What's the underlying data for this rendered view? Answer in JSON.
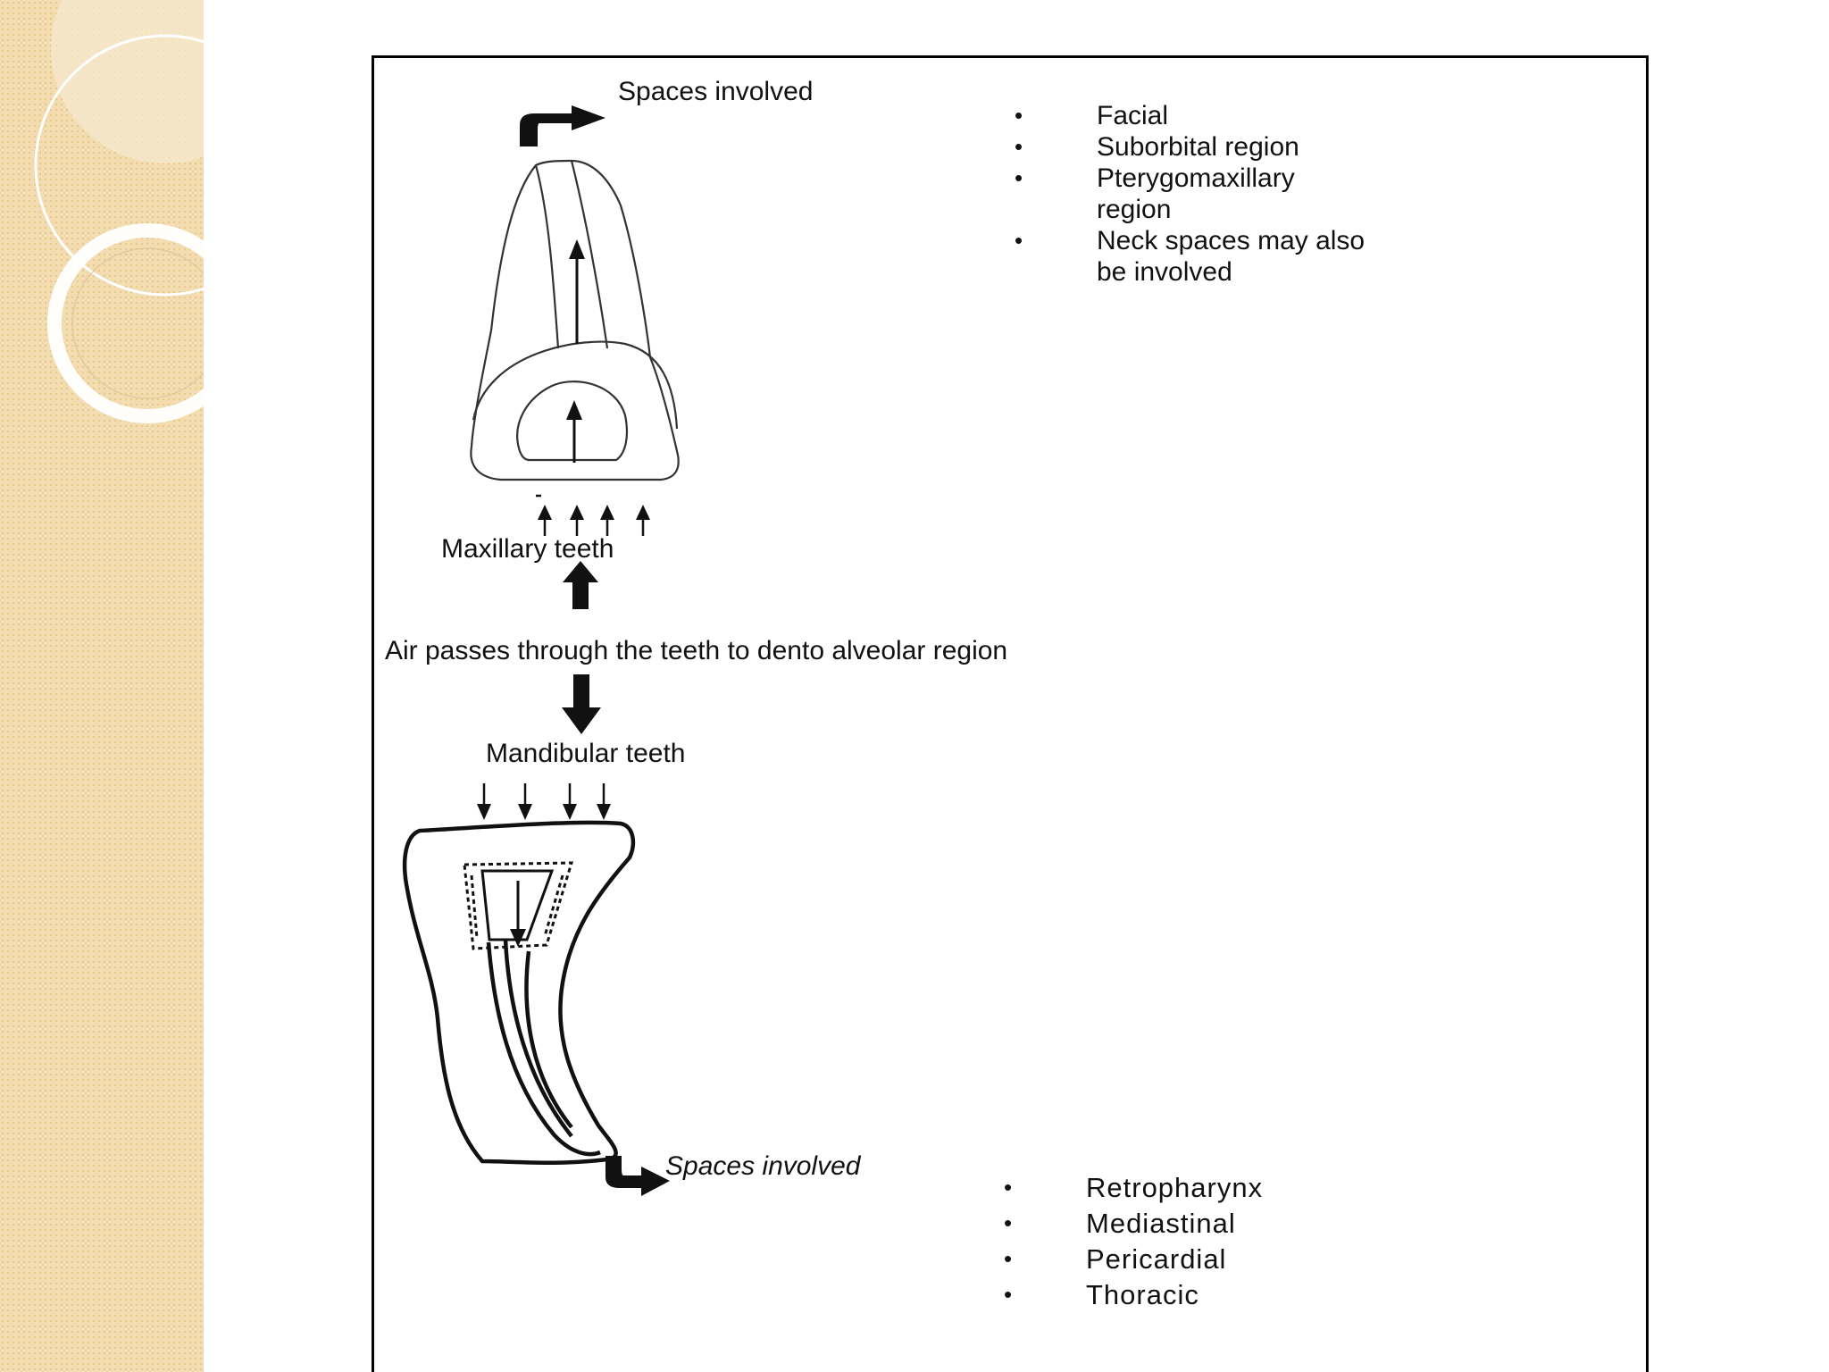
{
  "diagram": {
    "upper_spaces_label": "Spaces involved",
    "upper_spaces": [
      "Facial",
      "Suborbital region",
      "Pterygomaxillary region",
      "Neck spaces may also be involved"
    ],
    "maxillary_label": "Maxillary teeth",
    "air_passage_label": "Air passes through the teeth to dento alveolar region",
    "mandibular_label": "Mandibular teeth",
    "lower_spaces_label": "Spaces involved",
    "lower_spaces": [
      "Retropharynx",
      "Mediastinal",
      "Pericardial",
      "Thoracic"
    ]
  },
  "colors": {
    "sidebar_background": "#f2dcb0",
    "sidebar_dots": "#e6c98f",
    "line": "#111111"
  },
  "icons": [
    "curved-arrow-icon",
    "up-arrow-icon",
    "down-arrow-icon",
    "bullet-icon"
  ]
}
